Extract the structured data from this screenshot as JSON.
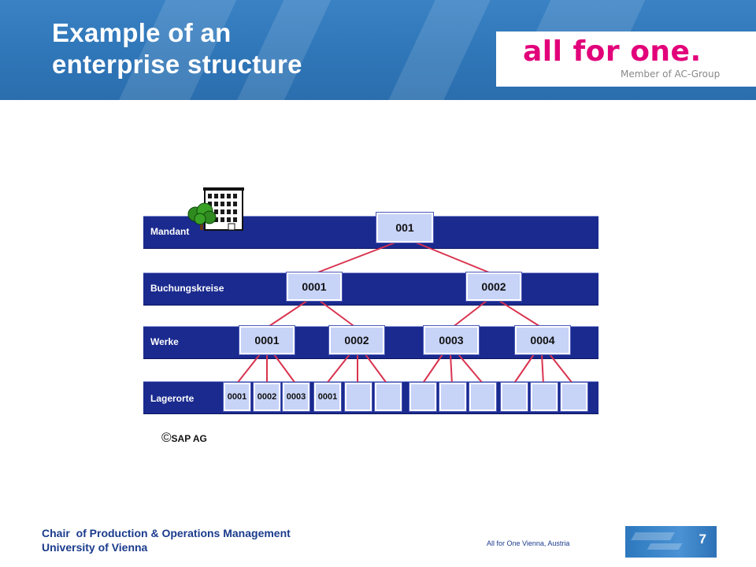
{
  "header": {
    "title_line1": "Example of an",
    "title_line2": "enterprise structure",
    "logo_text": "all for one.",
    "logo_subtitle": "Member of AC-Group",
    "brand_color": "#e2007a"
  },
  "diagram": {
    "levels": [
      {
        "label": "Mandant",
        "nodes": [
          "001"
        ]
      },
      {
        "label": "Buchungskreise",
        "nodes": [
          "0001",
          "0002"
        ]
      },
      {
        "label": "Werke",
        "nodes": [
          "0001",
          "0002",
          "0003",
          "0004"
        ]
      },
      {
        "label": "Lagerorte",
        "nodes": [
          "0001",
          "0002",
          "0003",
          "0001",
          "",
          "",
          "",
          "",
          "",
          "",
          "",
          ""
        ]
      }
    ],
    "icons": [
      "building-icon",
      "tree-icon"
    ],
    "bar_color": "#1a2a8e",
    "node_color": "#c7d3f7",
    "line_color": "#d9334f"
  },
  "copyright": {
    "symbol": "©",
    "text": "SAP AG"
  },
  "footer": {
    "line1": "Chair  of Production & Operations Management",
    "line2": "University of Vienna",
    "right_text": "All for One Vienna, Austria",
    "page_number": "7"
  }
}
